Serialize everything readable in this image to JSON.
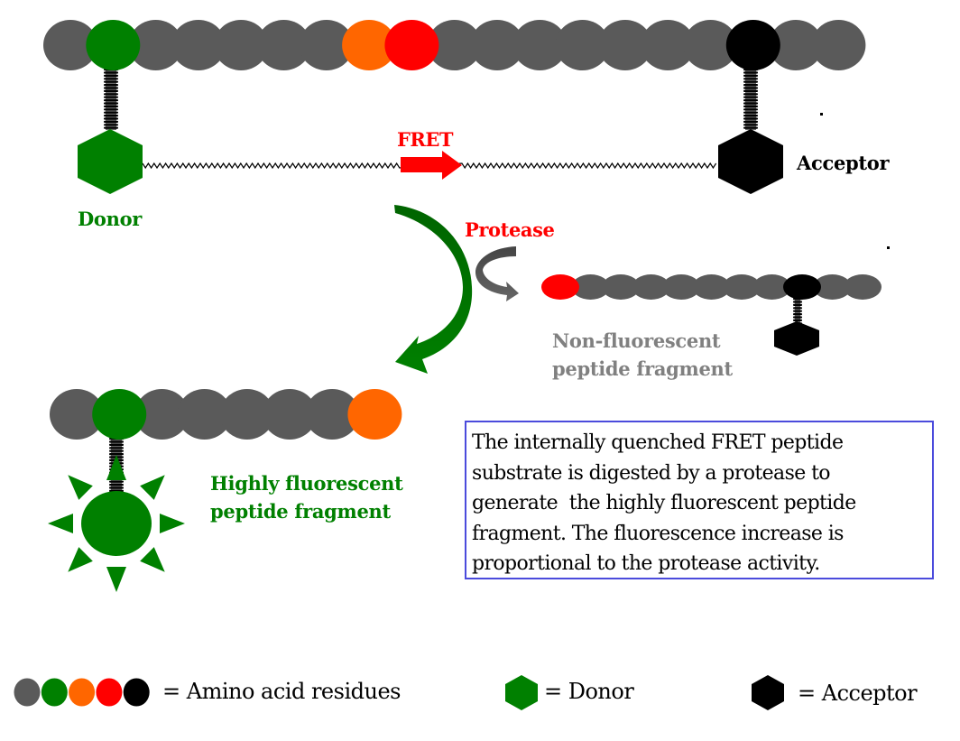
{
  "colors": {
    "residue": "#5a5a5a",
    "donor": "#008000",
    "donor_dark": "#006400",
    "orange": "#ff6600",
    "red": "#ff0000",
    "acceptor": "#000000",
    "label_gray": "#808080",
    "box_border": "#4b4bdc",
    "protease_arrow": "#555555"
  },
  "substrate": {
    "residues": [
      "gray",
      "green",
      "gray",
      "gray",
      "gray",
      "gray",
      "gray",
      "orange",
      "red",
      "gray",
      "gray",
      "gray",
      "gray",
      "gray",
      "gray",
      "gray",
      "black",
      "gray",
      "gray"
    ],
    "donor_label": "Donor",
    "acceptor_label": "Acceptor",
    "fret_label": "FRET"
  },
  "protease_label": "Protease",
  "non_fluorescent_fragment": {
    "residues": [
      "red",
      "gray",
      "gray",
      "gray",
      "gray",
      "gray",
      "gray",
      "gray",
      "black",
      "gray",
      "gray"
    ],
    "label_line1": "Non-fluorescent",
    "label_line2": "peptide fragment"
  },
  "fluorescent_fragment": {
    "residues": [
      "gray",
      "green",
      "gray",
      "gray",
      "gray",
      "gray",
      "gray",
      "orange"
    ],
    "label_line1": "Highly fluorescent",
    "label_line2": "peptide fragment"
  },
  "description": {
    "lines": [
      "The internally quenched FRET peptide",
      "substrate is digested by a protease to",
      "generate  the highly fluorescent peptide",
      "fragment. The fluorescence increase is",
      "proportional to the protease activity."
    ]
  },
  "legend": {
    "residue_colors": [
      "gray",
      "green",
      "orange",
      "red",
      "black"
    ],
    "residues_text": "= Amino acid residues",
    "donor_text": "= Donor",
    "acceptor_text": "= Acceptor"
  }
}
